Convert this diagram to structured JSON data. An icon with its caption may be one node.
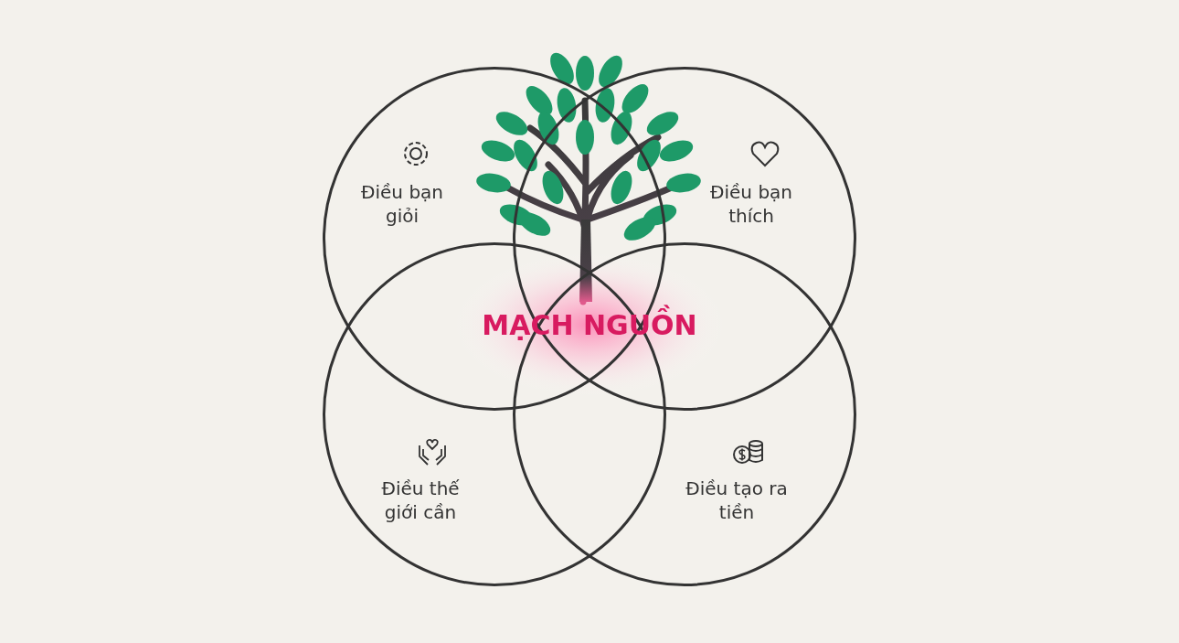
{
  "diagram": {
    "nodes": [
      {
        "text": [
          "Điều bạn giỏi"
        ]
      },
      {
        "text": [
          "Điều bạn thích"
        ]
      },
      {
        "text": [
          "Điều thế giới cần"
        ]
      },
      {
        "text": [
          "Điều tạo ra tiền"
        ]
      }
    ],
    "edges": [],
    "labels": [
      "MẠCH NGUỒN"
    ]
  }
}
